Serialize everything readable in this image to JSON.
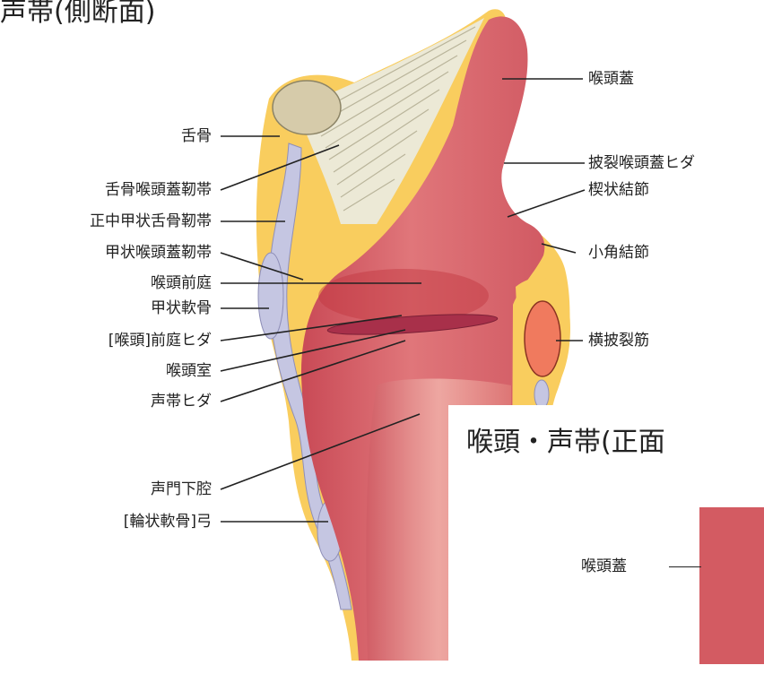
{
  "title": "声帯(側断面)",
  "left_labels": [
    "舌骨",
    "舌骨喉頭蓋靭帯",
    "正中甲状舌骨靭帯",
    "甲状喉頭蓋靭帯",
    "喉頭前庭",
    "甲状軟骨",
    "[喉頭]前庭ヒダ",
    "喉頭室",
    "声帯ヒダ",
    "声門下腔",
    "[輪状軟骨]弓"
  ],
  "right_labels": [
    "喉頭蓋",
    "披裂喉頭蓋ヒダ",
    "楔状結節",
    "小角結節",
    "横披裂筋"
  ],
  "inset": {
    "title": "喉頭・声帯(正面",
    "label": "喉頭蓋"
  },
  "colors": {
    "tissue": "#d9616a",
    "fat": "#f9cd5e",
    "cartilage": "#c5c6e2",
    "bone": "#d6cbaa",
    "fold": "#a8304a",
    "muscle": "#f07a5e"
  }
}
